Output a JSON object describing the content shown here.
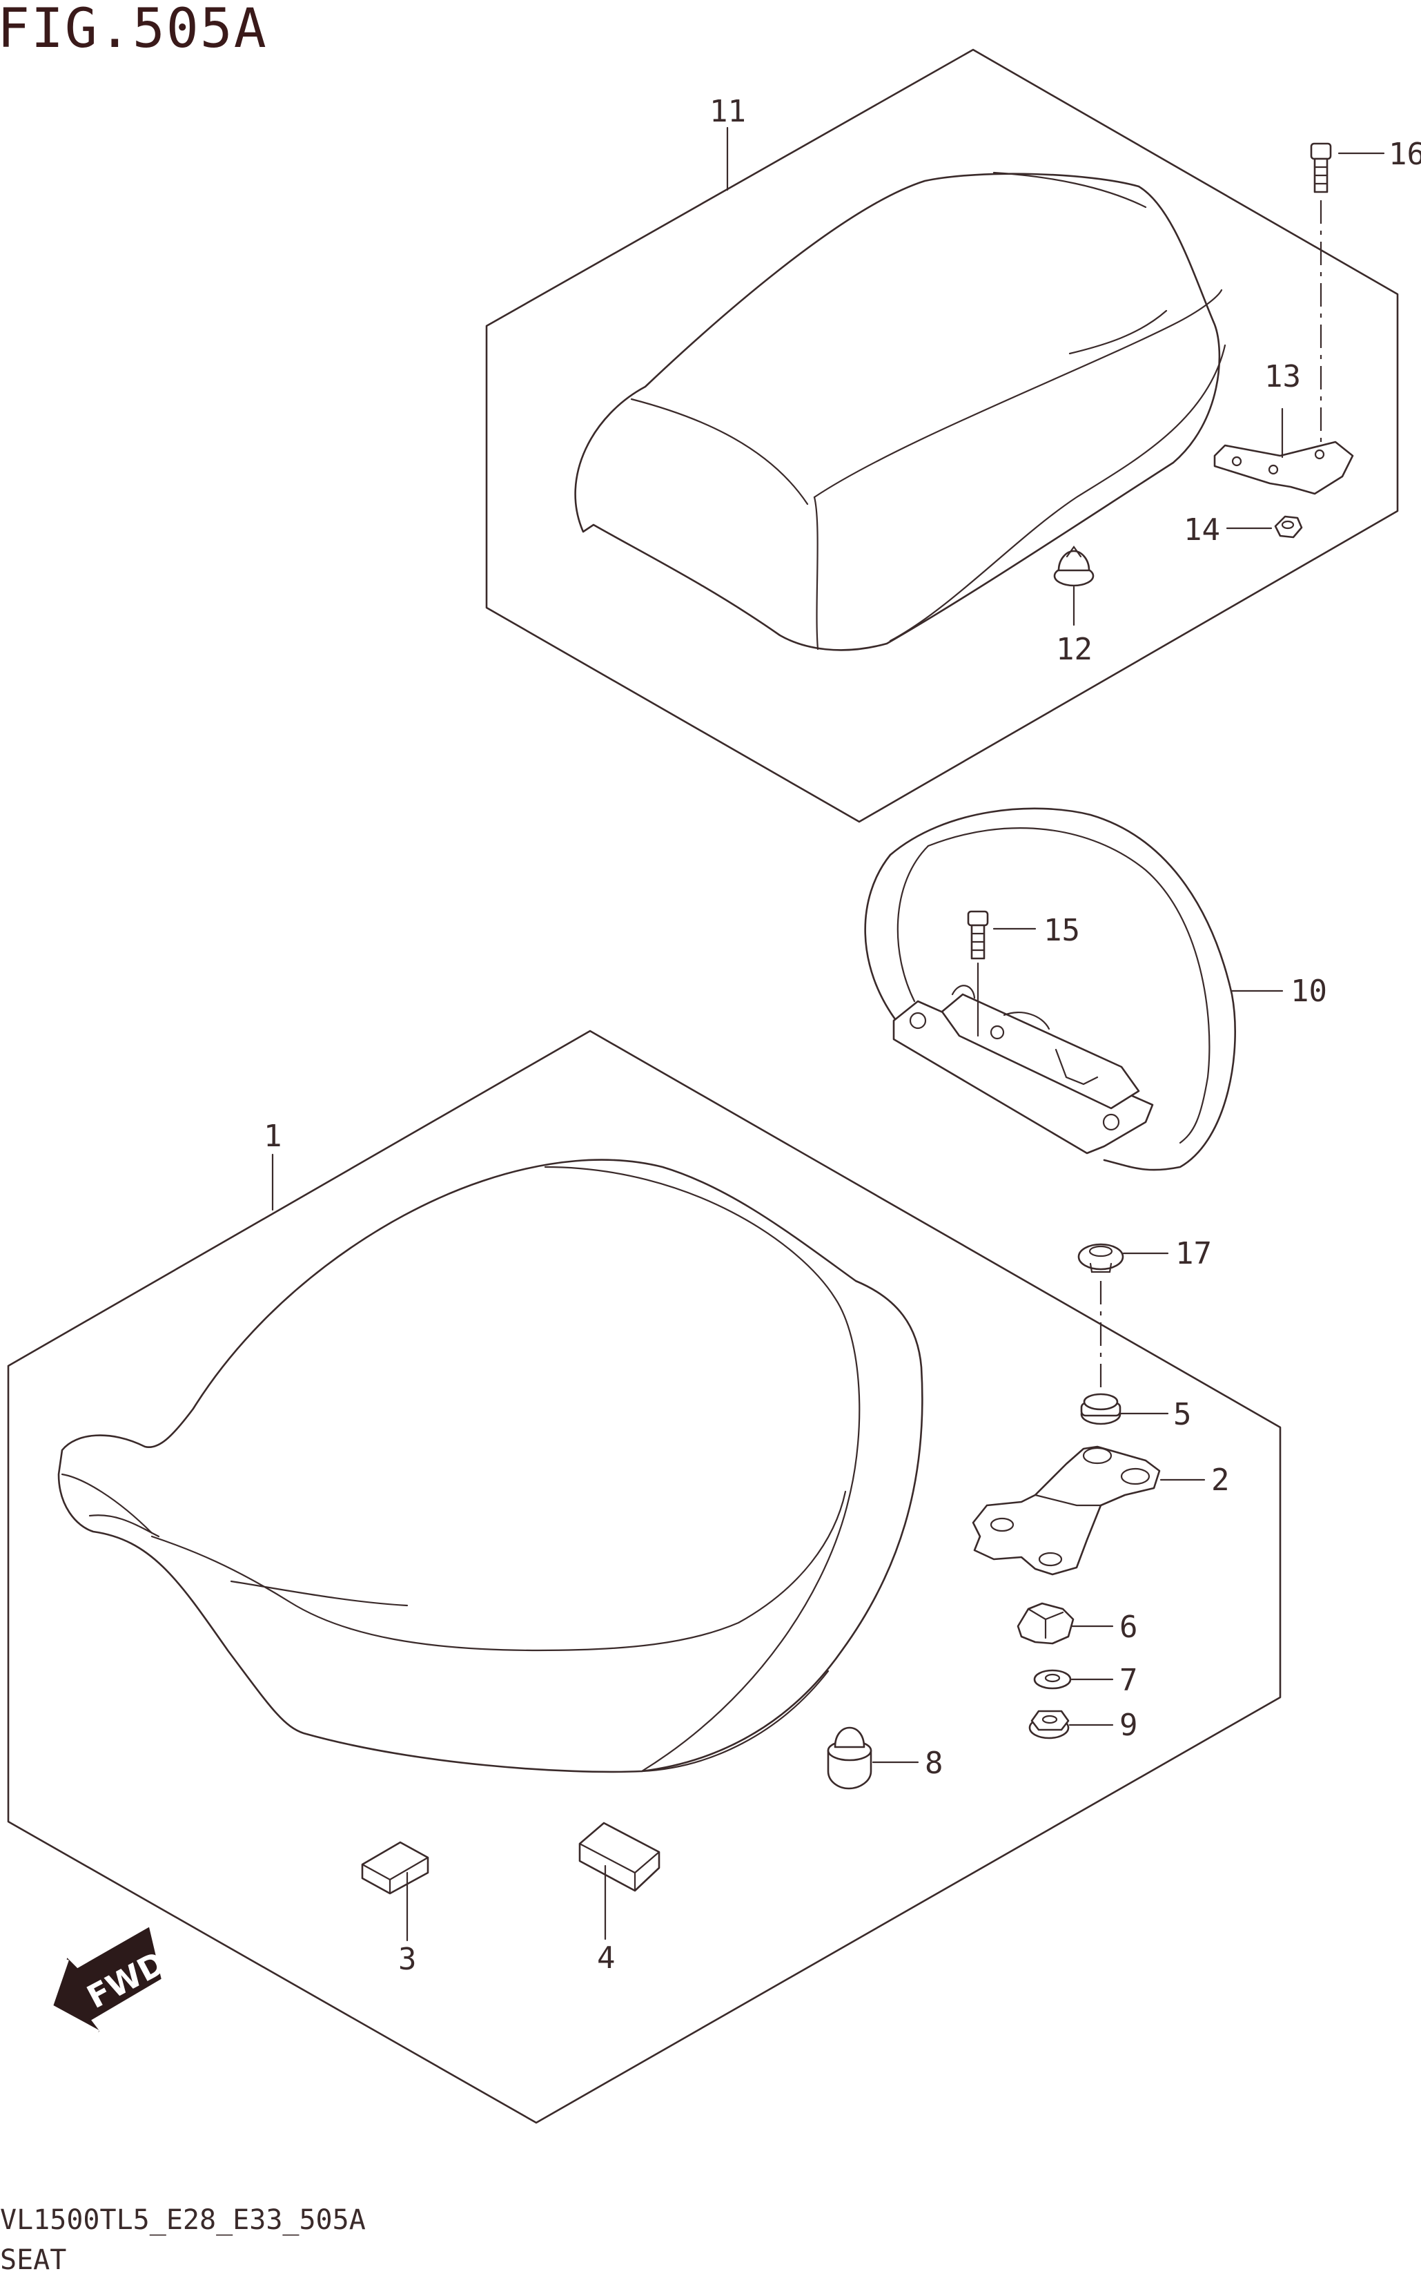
{
  "figure": {
    "title": "FIG.505A",
    "model_code": "VL1500TL5_E28_E33_505A",
    "section_name": "SEAT"
  },
  "fwd_badge": "FWD",
  "icons": {
    "fwd": "forward-direction-arrow-icon"
  },
  "callouts": {
    "c1": "1",
    "c2": "2",
    "c3": "3",
    "c4": "4",
    "c5": "5",
    "c6": "6",
    "c7": "7",
    "c8": "8",
    "c9": "9",
    "c10": "10",
    "c11": "11",
    "c12": "12",
    "c13": "13",
    "c14": "14",
    "c15": "15",
    "c16": "16",
    "c17": "17"
  }
}
